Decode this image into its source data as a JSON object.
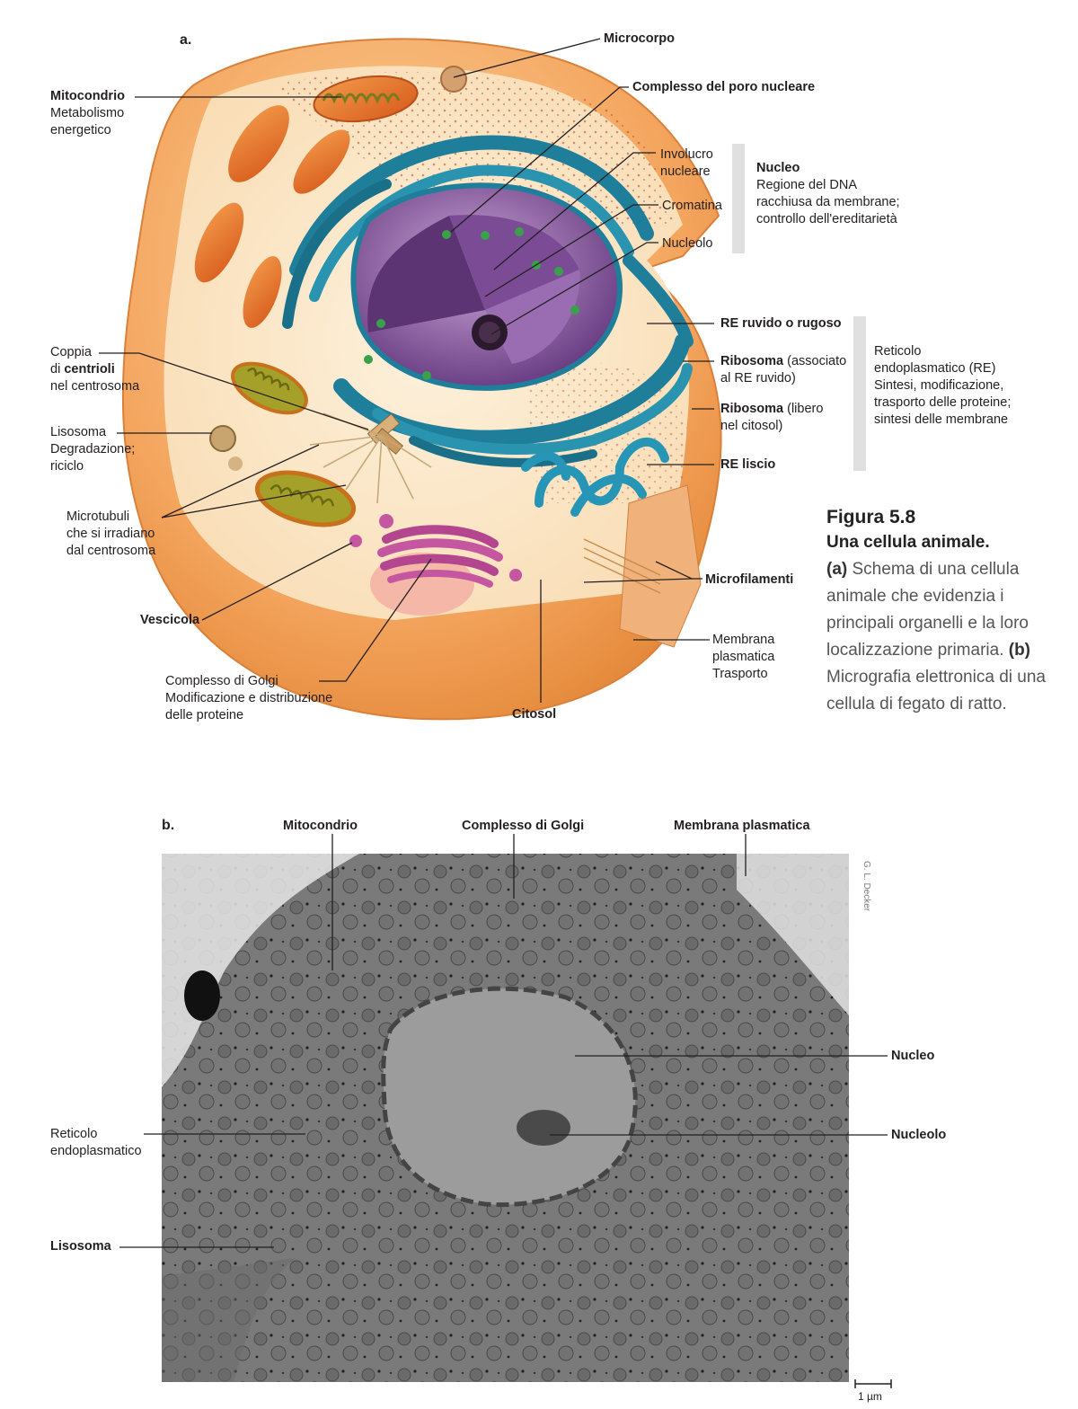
{
  "panel_a": {
    "tag": "a.",
    "labels": {
      "microcorpo": "Microcorpo",
      "mitocondrio": "Mitocondrio",
      "mitocondrio_desc_1": "Metabolismo",
      "mitocondrio_desc_2": "energetico",
      "poro_nucleare": "Complesso del poro nucleare",
      "involucro_1": "Involucro",
      "involucro_2": "nucleare",
      "cromatina": "Cromatina",
      "nucleolo": "Nucleolo",
      "nucleo_title": "Nucleo",
      "nucleo_desc_1": "Regione del DNA",
      "nucleo_desc_2": "racchiusa da membrane;",
      "nucleo_desc_3": "controllo dell'ereditarietà",
      "re_ruvido": "RE ruvido o rugoso",
      "ribosoma_1_title": "Ribosoma",
      "ribosoma_1_desc_a": " (associato",
      "ribosoma_1_desc_b": "al RE ruvido)",
      "ribosoma_2_title": "Ribosoma",
      "ribosoma_2_desc_a": " (libero",
      "ribosoma_2_desc_b": "nel citosol)",
      "re_liscio": "RE liscio",
      "reticolo_title_1": "Reticolo",
      "reticolo_title_2": "endoplasmatico (RE)",
      "reticolo_desc_1": "Sintesi, modificazione,",
      "reticolo_desc_2": "trasporto delle proteine;",
      "reticolo_desc_3": "sintesi delle membrane",
      "coppia_1": "Coppia",
      "coppia_2a": "di ",
      "coppia_2b": "centrioli",
      "coppia_3": "nel centrosoma",
      "lisosoma": "Lisosoma",
      "lisosoma_desc_1": "Degradazione;",
      "lisosoma_desc_2": "riciclo",
      "microtubuli": "Microtubuli",
      "microtubuli_desc_1": "che si irradiano",
      "microtubuli_desc_2": "dal centrosoma",
      "microfilamenti": "Microfilamenti",
      "vescicola": "Vescicola",
      "membrana_1": "Membrana",
      "membrana_2": "plasmatica",
      "membrana_desc": "Trasporto",
      "golgi": "Complesso di Golgi",
      "golgi_desc_1": "Modificazione e distribuzione",
      "golgi_desc_2": "delle proteine",
      "citosol": "Citosol"
    }
  },
  "caption": {
    "figure": "Figura 5.8",
    "title": "Una cellula animale.",
    "a_tag": "(a)",
    "a_text": " Schema di una cellula animale che evidenzia i principali organelli e la loro localizzazione primaria. ",
    "b_tag": "(b)",
    "b_text": " Micrografia elettronica di una cellula di fegato di ratto."
  },
  "panel_b": {
    "tag": "b.",
    "labels": {
      "mitocondrio": "Mitocondrio",
      "golgi": "Complesso di Golgi",
      "membrana": "Membrana plasmatica",
      "nucleo": "Nucleo",
      "nucleolo": "Nucleolo",
      "reticolo_1": "Reticolo",
      "reticolo_2": "endoplasmatico",
      "lisosoma": "Lisosoma"
    },
    "credit": "G. L. Decker",
    "scale": "1 µm"
  },
  "colors": {
    "cell_outer": "#f2a25a",
    "cytoplasm": "#fbe2bf",
    "mitochondria": "#e9722c",
    "er": "#1f7e9a",
    "nucleus": "#8a5a9e",
    "golgi": "#b4468f",
    "micrograph_bg": "#7b7b7b"
  }
}
